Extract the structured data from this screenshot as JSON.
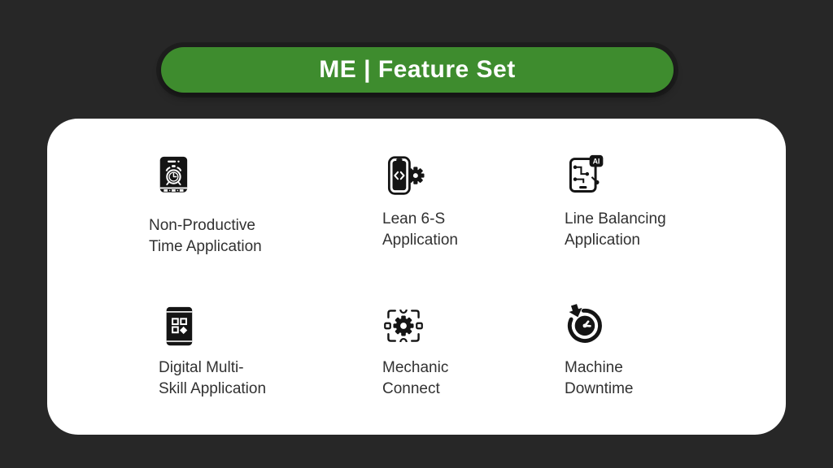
{
  "colors": {
    "background": "#272727",
    "accent_green": "#3e8c2e",
    "card": "#ffffff",
    "title_text": "#ffffff",
    "label_text": "#313131"
  },
  "banner": {
    "title": "ME | Feature Set"
  },
  "features": [
    {
      "icon": "phone-stopwatch-icon",
      "line1": "Non-Productive",
      "line2": "Time Application"
    },
    {
      "icon": "phone-code-gear-icon",
      "line1": "Lean 6-S",
      "line2": "Application"
    },
    {
      "icon": "tablet-ai-circuit-icon",
      "line1": "Line Balancing",
      "line2": "Application"
    },
    {
      "icon": "phone-qr-icon",
      "line1": "Digital Multi-",
      "line2": "Skill Application"
    },
    {
      "icon": "gear-connect-icon",
      "line1": "Mechanic",
      "line2": "Connect"
    },
    {
      "icon": "clock-down-arrow-icon",
      "line1": "Machine",
      "line2": "Downtime"
    }
  ]
}
